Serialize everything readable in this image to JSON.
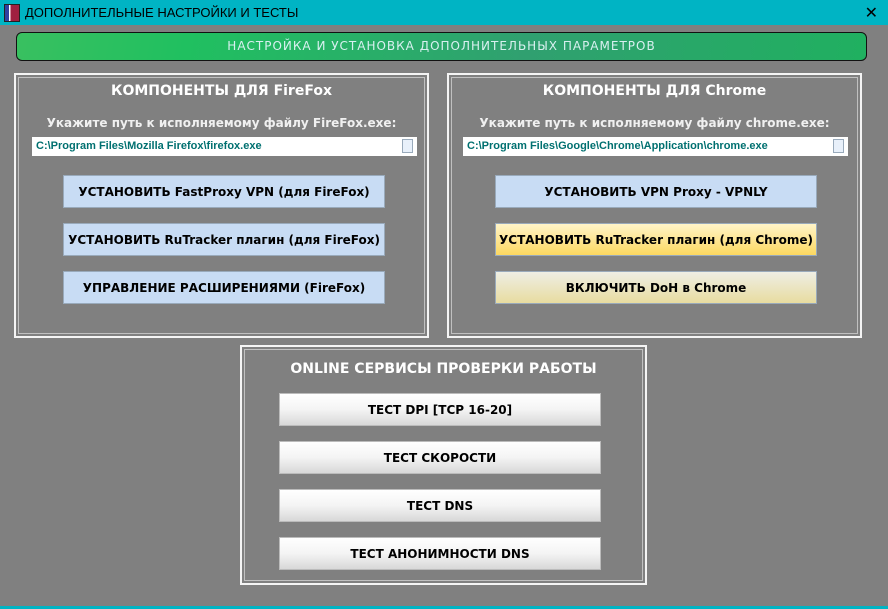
{
  "window": {
    "title": "ДОПОЛНИТЕЛЬНЫЕ НАСТРОЙКИ И ТЕСТЫ",
    "close": "✕"
  },
  "banner": "НАСТРОЙКА И УСТАНОВКА ДОПОЛНИТЕЛЬНЫХ ПАРАМЕТРОВ",
  "firefox": {
    "title": "КОМПОНЕНТЫ ДЛЯ FireFox",
    "label": "Укажите путь к исполняемому файлу FireFox.exe:",
    "path": "C:\\Program Files\\Mozilla Firefox\\firefox.exe",
    "buttons": [
      "УСТАНОВИТЬ FastProxy VPN (для FireFox)",
      "УСТАНОВИТЬ RuTracker плагин (для FireFox)",
      "УПРАВЛЕНИЕ РАСШИРЕНИЯМИ (FireFox)"
    ]
  },
  "chrome": {
    "title": "КОМПОНЕНТЫ ДЛЯ Chrome",
    "label": "Укажите путь к исполняемому файлу chrome.exe:",
    "path": "C:\\Program Files\\Google\\Chrome\\Application\\chrome.exe",
    "buttons": [
      "УСТАНОВИТЬ VPN Proxy - VPNLY",
      "УСТАНОВИТЬ RuTracker плагин (для Chrome)",
      "ВКЛЮЧИТЬ DoH в Chrome"
    ]
  },
  "online": {
    "title": "ONLINE СЕРВИСЫ ПРОВЕРКИ РАБОТЫ",
    "buttons": [
      "ТЕСТ DPI [TCP 16-20]",
      "ТЕСТ СКОРОСТИ",
      "ТЕСТ DNS",
      "ТЕСТ АНОНИМНОСТИ DNS"
    ]
  }
}
